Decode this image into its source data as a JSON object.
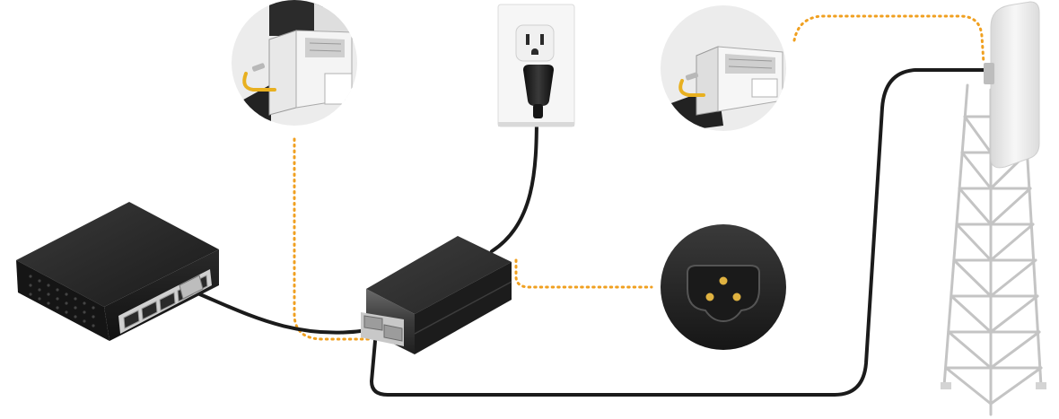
{
  "diagram": {
    "type": "poe-installation-illustration",
    "components": [
      {
        "id": "network-switch",
        "icon": "ethernet-switch-icon",
        "ports": 5
      },
      {
        "id": "poe-adapter",
        "icon": "poe-injector-icon",
        "ports": 2
      },
      {
        "id": "wall-outlet",
        "icon": "power-outlet-icon"
      },
      {
        "id": "power-inlet-detail",
        "icon": "c5-cloverleaf-inlet-icon"
      },
      {
        "id": "rj45-ground-detail-left",
        "icon": "rj45-ground-wire-icon"
      },
      {
        "id": "rj45-ground-detail-right",
        "icon": "rj45-ground-wire-icon"
      },
      {
        "id": "radio-tower",
        "icon": "lattice-tower-icon"
      },
      {
        "id": "wireless-radio",
        "icon": "sector-antenna-icon"
      }
    ],
    "connections": [
      {
        "from": "network-switch",
        "to": "poe-adapter",
        "kind": "ethernet-cable"
      },
      {
        "from": "wall-outlet",
        "to": "poe-adapter",
        "kind": "power-cord"
      },
      {
        "from": "poe-adapter",
        "to": "wireless-radio",
        "kind": "ethernet-cable"
      }
    ],
    "callouts": [
      {
        "from": "poe-adapter",
        "to": "rj45-ground-detail-left"
      },
      {
        "from": "poe-adapter",
        "to": "power-inlet-detail"
      },
      {
        "from": "wireless-radio",
        "to": "rj45-ground-detail-right"
      }
    ],
    "colors": {
      "cable": "#1b1b1b",
      "callout": "#f0a020",
      "device_dark": "#2c2c2c",
      "device_mid": "#4a4a4a",
      "port_silver": "#c8c8c8",
      "detail_bg": "#ececec",
      "outlet_plate": "#f6f6f6",
      "pin_gold": "#e0b240",
      "ground_wire": "#e8b020"
    }
  }
}
